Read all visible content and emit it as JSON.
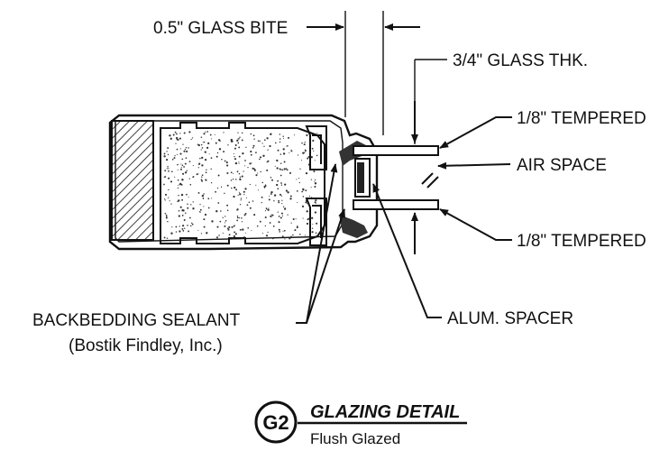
{
  "labels": {
    "glass_bite": "0.5\" GLASS BITE",
    "glass_thk": "3/4\" GLASS THK.",
    "tempered_top": "1/8\" TEMPERED",
    "air_space": "AIR SPACE",
    "tempered_bottom": "1/8\" TEMPERED",
    "backbedding_line1": "BACKBEDDING SEALANT",
    "backbedding_line2": "(Bostik Findley, Inc.)",
    "alum_spacer": "ALUM. SPACER"
  },
  "title_block": {
    "detail_id": "G2",
    "title": "GLAZING DETAIL",
    "subtitle": "Flush Glazed"
  }
}
